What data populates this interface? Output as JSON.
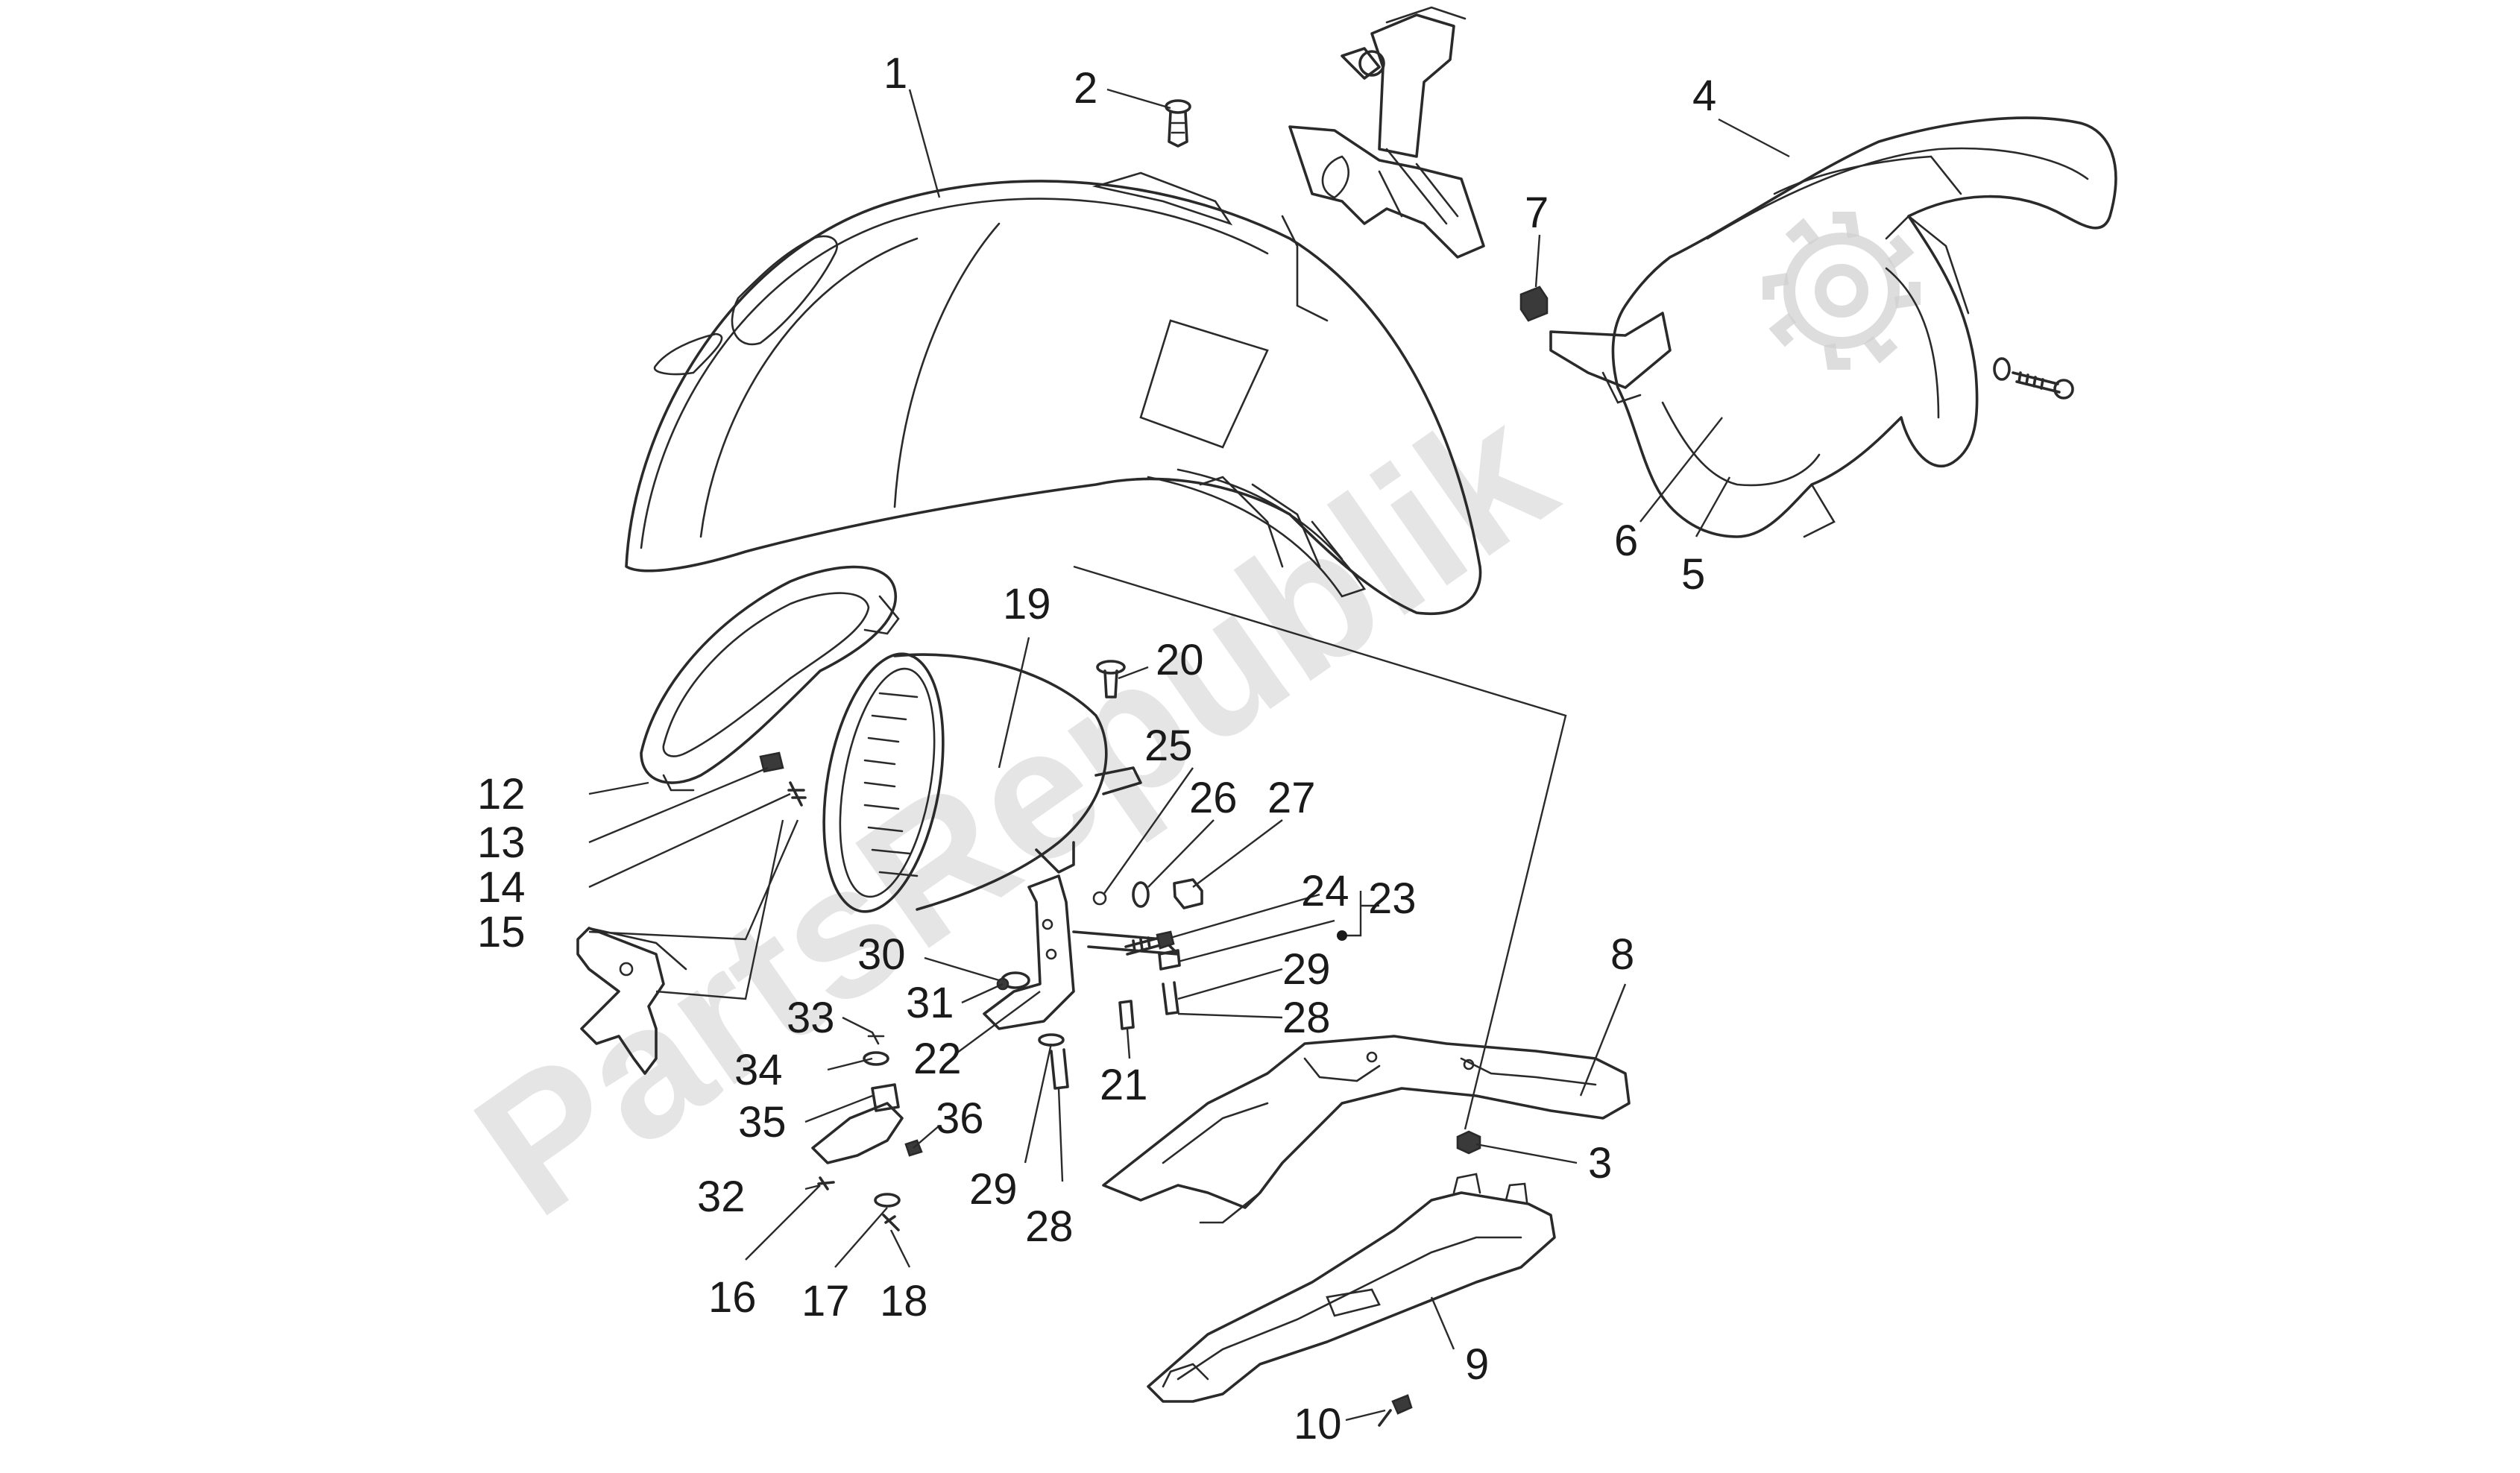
{
  "watermark": {
    "text": "PartsRepublik",
    "logo_icon": "gear-icon"
  },
  "callouts": [
    {
      "id": "c1",
      "label": "1"
    },
    {
      "id": "c2",
      "label": "2"
    },
    {
      "id": "c3",
      "label": "3"
    },
    {
      "id": "c4",
      "label": "4"
    },
    {
      "id": "c5",
      "label": "5"
    },
    {
      "id": "c6",
      "label": "6"
    },
    {
      "id": "c7",
      "label": "7"
    },
    {
      "id": "c8",
      "label": "8"
    },
    {
      "id": "c9",
      "label": "9"
    },
    {
      "id": "c10",
      "label": "10"
    },
    {
      "id": "c12",
      "label": "12"
    },
    {
      "id": "c13",
      "label": "13"
    },
    {
      "id": "c14",
      "label": "14"
    },
    {
      "id": "c15",
      "label": "15"
    },
    {
      "id": "c16",
      "label": "16"
    },
    {
      "id": "c17",
      "label": "17"
    },
    {
      "id": "c18",
      "label": "18"
    },
    {
      "id": "c19",
      "label": "19"
    },
    {
      "id": "c20",
      "label": "20"
    },
    {
      "id": "c21",
      "label": "21"
    },
    {
      "id": "c22",
      "label": "22"
    },
    {
      "id": "c23",
      "label": "23"
    },
    {
      "id": "c24",
      "label": "24"
    },
    {
      "id": "c25",
      "label": "25"
    },
    {
      "id": "c26",
      "label": "26"
    },
    {
      "id": "c27",
      "label": "27"
    },
    {
      "id": "c28a",
      "label": "28"
    },
    {
      "id": "c28b",
      "label": "28"
    },
    {
      "id": "c29a",
      "label": "29"
    },
    {
      "id": "c29b",
      "label": "29"
    },
    {
      "id": "c30",
      "label": "30"
    },
    {
      "id": "c31",
      "label": "31"
    },
    {
      "id": "c32",
      "label": "32"
    },
    {
      "id": "c33",
      "label": "33"
    },
    {
      "id": "c34",
      "label": "34"
    },
    {
      "id": "c35",
      "label": "35"
    },
    {
      "id": "c36",
      "label": "36"
    }
  ]
}
